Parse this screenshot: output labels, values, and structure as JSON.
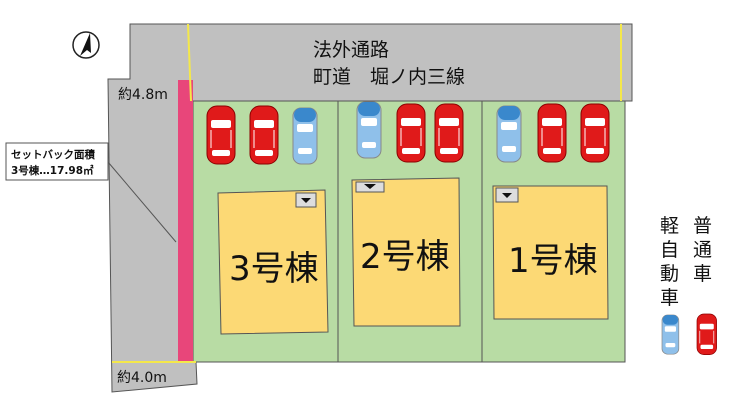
{
  "road": {
    "line1": "法外通路",
    "line2": "町道　堀ノ内三線"
  },
  "dimensions": {
    "top": "約4.8m",
    "bottom": "約4.0m"
  },
  "callout": {
    "line1": "セットバック面積",
    "line2": "3号棟…17.98㎡"
  },
  "houses": [
    {
      "label": "3号棟"
    },
    {
      "label": "2号棟"
    },
    {
      "label": "1号棟"
    }
  ],
  "legend": {
    "kei_label": [
      "軽",
      "自",
      "動",
      "車"
    ],
    "futsu_label": [
      "普",
      "通",
      "車"
    ]
  },
  "colors": {
    "road": "#c0c0c0",
    "lot": "#b8dca4",
    "house": "#fcd975",
    "setback": "#e8467a",
    "boundary": "#f4e84a",
    "car_regular": "#e01a1a",
    "car_kei": "#4a9ad8"
  },
  "icons": {
    "compass": "north-arrow-icon",
    "entrance": "entrance-arrow-icon"
  }
}
